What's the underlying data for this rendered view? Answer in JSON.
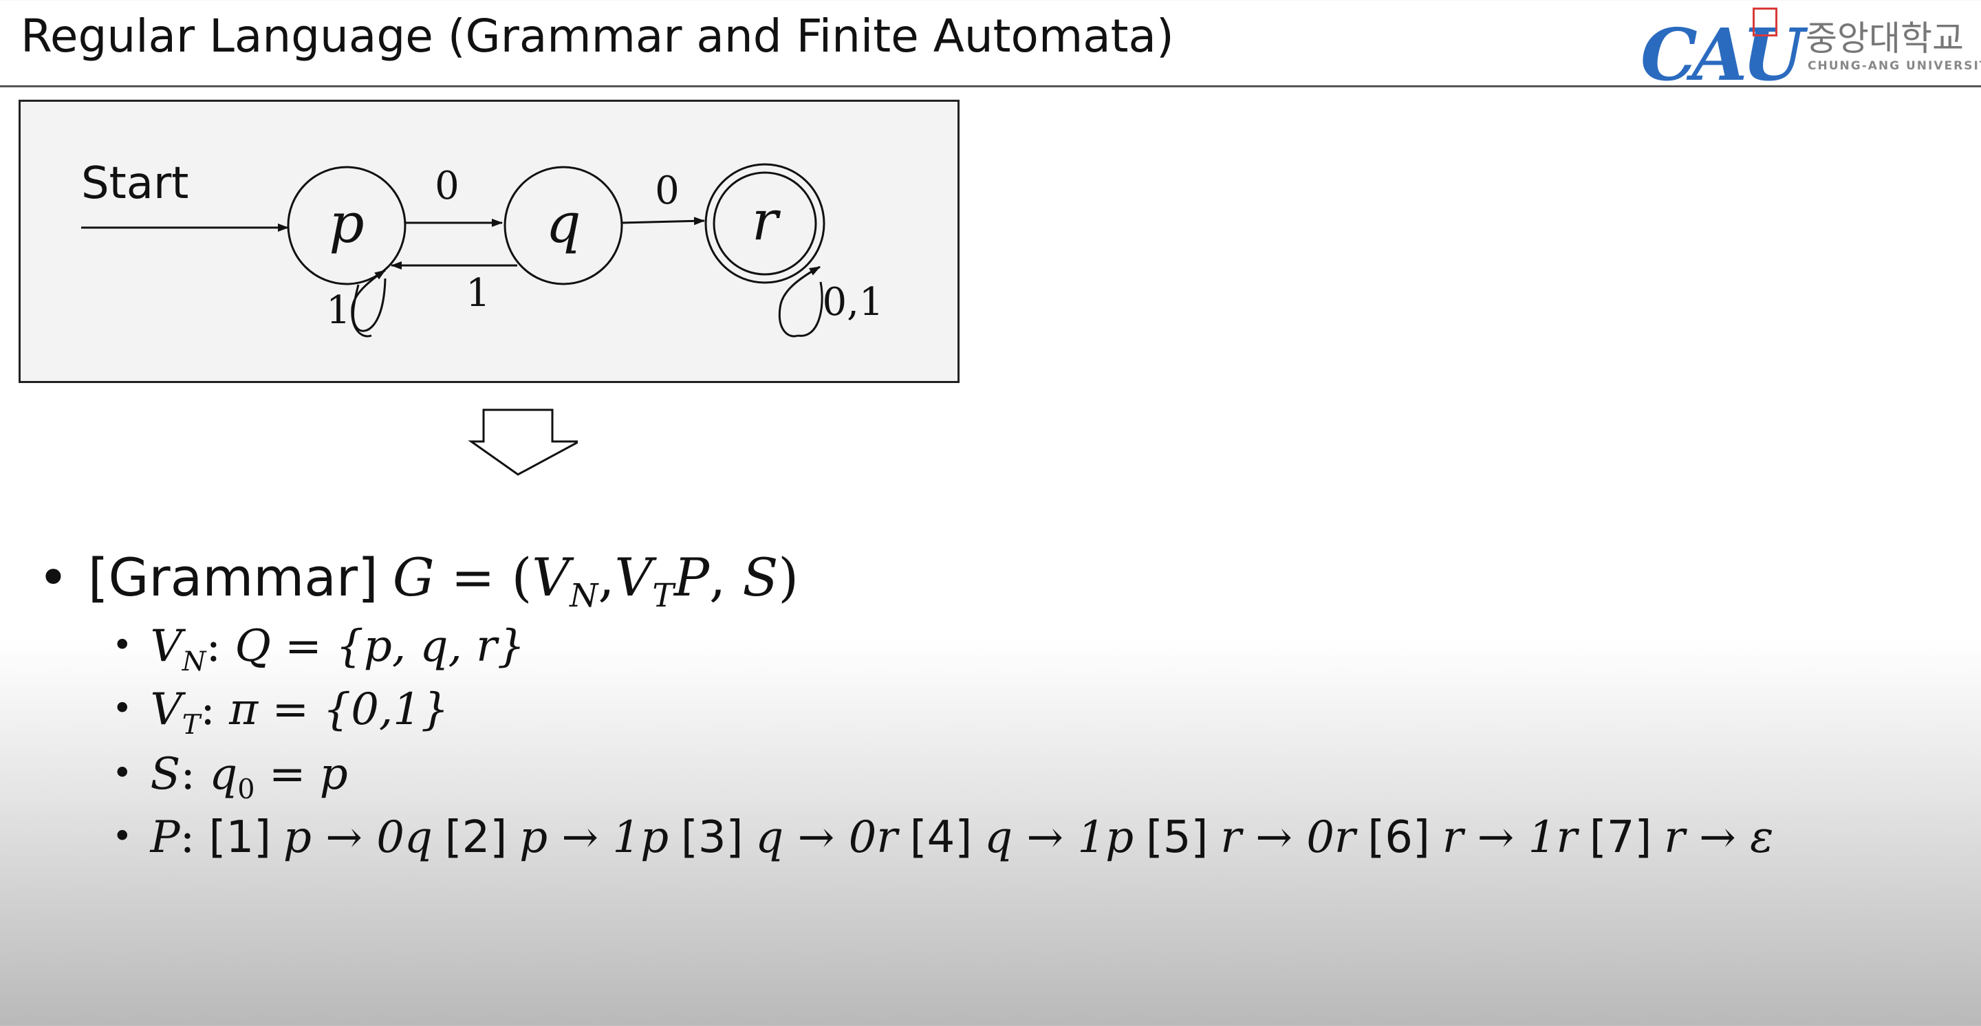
{
  "title": "Regular Language (Grammar and Finite Automata)",
  "logo": {
    "mark": "CAU",
    "korean": "중앙대학교",
    "english": "CHUNG-ANG UNIVERSITY"
  },
  "automaton": {
    "start_label": "Start",
    "states": {
      "p": "p",
      "q": "q",
      "r": "r"
    },
    "transitions": {
      "p_to_q": "0",
      "q_to_r": "0",
      "q_to_p": "1",
      "p_loop": "1",
      "r_loop": "0,1"
    }
  },
  "grammar": {
    "heading": "[Grammar]",
    "tuple": {
      "G": "G",
      "eq": " = (",
      "VN": "V",
      "N": "N",
      "comma": ",",
      "VT": "V",
      "T": "T",
      "P": "P",
      "comma2": ", ",
      "S": "S",
      "close": ")"
    },
    "vn_line": {
      "V": "V",
      "sub": "N",
      "colon": ": ",
      "math": "Q = {p, q, r}"
    },
    "vt_line": {
      "V": "V",
      "sub": "T",
      "colon": ": ",
      "math": "π = {0,1}"
    },
    "s_line": {
      "S": "S",
      "colon": ": ",
      "q": "q",
      "sub": "0",
      "rest": " = p"
    },
    "p_line": {
      "P": "P",
      "colon": ": ",
      "rules": [
        {
          "num": "[1]",
          "lhs": "p",
          "arrow": " → ",
          "rhs": "0q"
        },
        {
          "num": "[2]",
          "lhs": "p",
          "arrow": " → ",
          "rhs": "1p"
        },
        {
          "num": "[3]",
          "lhs": "q",
          "arrow": " → ",
          "rhs": "0r"
        },
        {
          "num": "[4]",
          "lhs": "q",
          "arrow": " → ",
          "rhs": "1p"
        },
        {
          "num": "[5]",
          "lhs": "r",
          "arrow": " → ",
          "rhs": "0r"
        },
        {
          "num": "[6]",
          "lhs": "r",
          "arrow": " → ",
          "rhs": "1r"
        },
        {
          "num": "[7]",
          "lhs": "r",
          "arrow": " → ",
          "rhs": "ε"
        }
      ]
    }
  }
}
